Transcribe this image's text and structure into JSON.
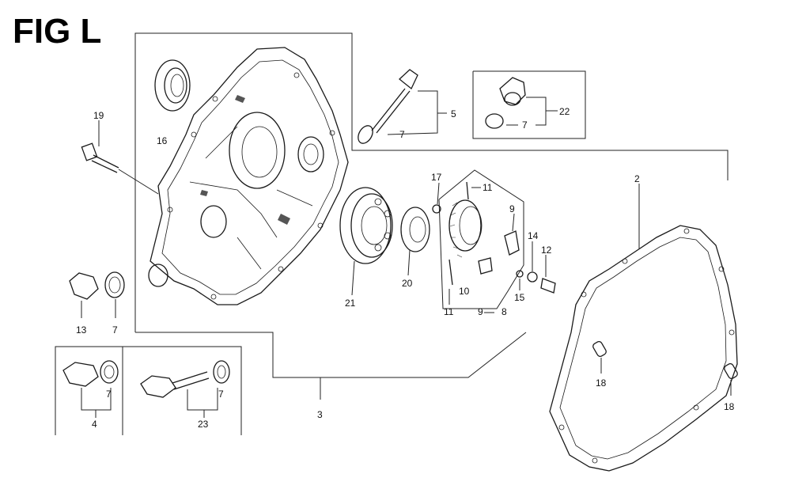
{
  "figure": {
    "title": "FIG L"
  },
  "callouts": [
    {
      "id": "c19",
      "text": "19"
    },
    {
      "id": "c16",
      "text": "16"
    },
    {
      "id": "c5",
      "text": "5"
    },
    {
      "id": "c7a",
      "text": "7"
    },
    {
      "id": "c22",
      "text": "22"
    },
    {
      "id": "c7b",
      "text": "7"
    },
    {
      "id": "c17",
      "text": "17"
    },
    {
      "id": "c11a",
      "text": "11"
    },
    {
      "id": "c9a",
      "text": "9"
    },
    {
      "id": "c14",
      "text": "14"
    },
    {
      "id": "c12",
      "text": "12"
    },
    {
      "id": "c2",
      "text": "2"
    },
    {
      "id": "c10",
      "text": "10"
    },
    {
      "id": "c15",
      "text": "15"
    },
    {
      "id": "c11b",
      "text": "11"
    },
    {
      "id": "c9b",
      "text": "9"
    },
    {
      "id": "c8",
      "text": "8"
    },
    {
      "id": "c21",
      "text": "21"
    },
    {
      "id": "c20",
      "text": "20"
    },
    {
      "id": "c13",
      "text": "13"
    },
    {
      "id": "c7c",
      "text": "7"
    },
    {
      "id": "c4",
      "text": "4"
    },
    {
      "id": "c7d",
      "text": "7"
    },
    {
      "id": "c23",
      "text": "23"
    },
    {
      "id": "c7e",
      "text": "7"
    },
    {
      "id": "c3",
      "text": "3"
    },
    {
      "id": "c18a",
      "text": "18"
    },
    {
      "id": "c18b",
      "text": "18"
    }
  ]
}
